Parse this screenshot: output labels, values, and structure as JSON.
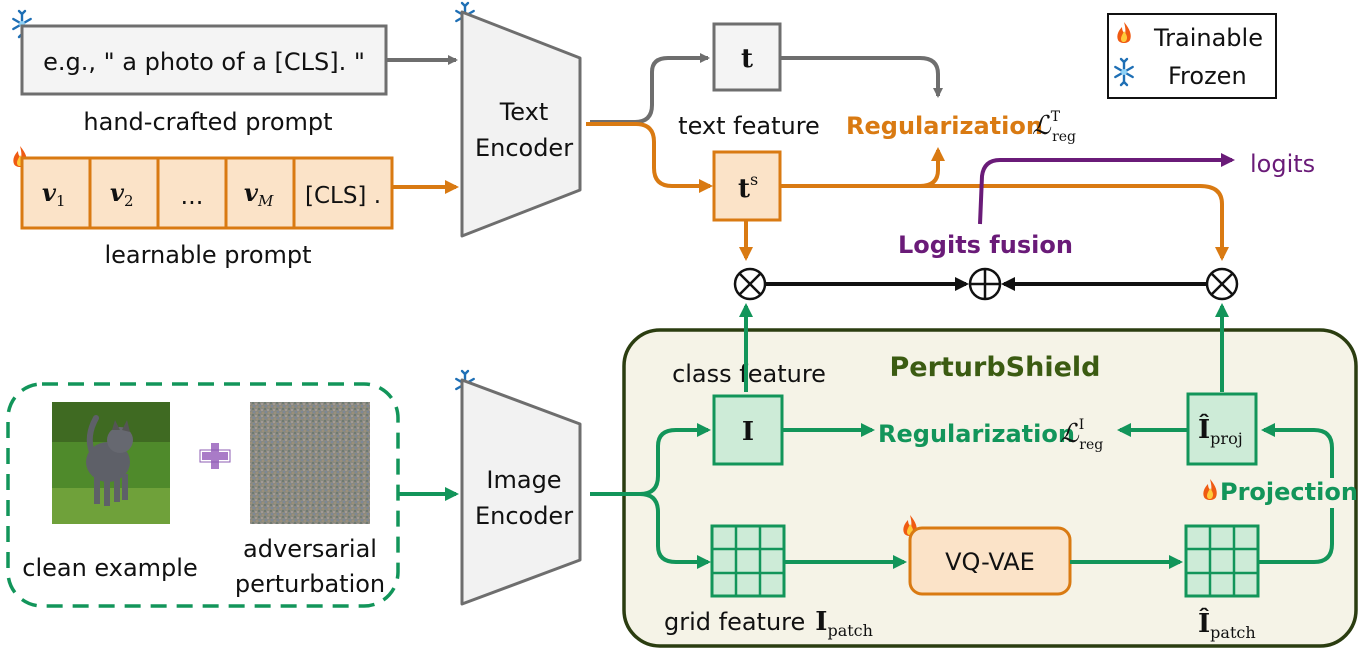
{
  "legend": {
    "trainable": "Trainable",
    "frozen": "Frozen",
    "trainable_icon": "flame-icon",
    "frozen_icon": "snowflake-icon"
  },
  "text_branch": {
    "hand_crafted_example": "e.g., \" a photo of a [CLS]. \"",
    "hand_crafted_label": "hand-crafted prompt",
    "learnable_tokens": [
      "v",
      "v",
      "...",
      "v",
      "[CLS] ."
    ],
    "learnable_subscripts": [
      "1",
      "2",
      "",
      "M",
      ""
    ],
    "learnable_label": "learnable prompt",
    "text_encoder": [
      "Text",
      "Encoder"
    ],
    "t_box": "t",
    "ts_box": "t",
    "ts_superscript": "s",
    "text_feature_label": "text feature",
    "regularization_text": "Regularization",
    "reg_text_symbol": "ℒ",
    "reg_text_sup": "T",
    "reg_text_sub": "reg",
    "logits": "logits",
    "logits_fusion": "Logits fusion"
  },
  "image_branch": {
    "clean_example": "clean example",
    "adversarial": [
      "adversarial",
      "perturbation"
    ],
    "image_encoder": [
      "Image",
      "Encoder"
    ],
    "perturbshield": "PerturbShield",
    "class_feature": "class feature",
    "i_box": "I",
    "regularization_image": "Regularization",
    "reg_image_symbol": "ℒ",
    "reg_image_sup": "I",
    "reg_image_sub": "reg",
    "i_proj_box": "Î",
    "i_proj_sub": "proj",
    "projection": "Projection",
    "vqvae": "VQ-VAE",
    "grid_feature": "grid feature",
    "i_patch_symbol": "I",
    "i_patch_sub": "patch",
    "i_hat_patch_symbol": "Î",
    "i_hat_patch_sub": "patch"
  },
  "colors": {
    "orange": "#d97a12",
    "orange_fill": "#fbe3c8",
    "green": "#12955a",
    "green_fill": "#cdebd7",
    "purple": "#6a1b78",
    "gray": "#6e6e6e",
    "shield_fill": "#f5f3e7",
    "shield_border": "#2b3d10"
  }
}
